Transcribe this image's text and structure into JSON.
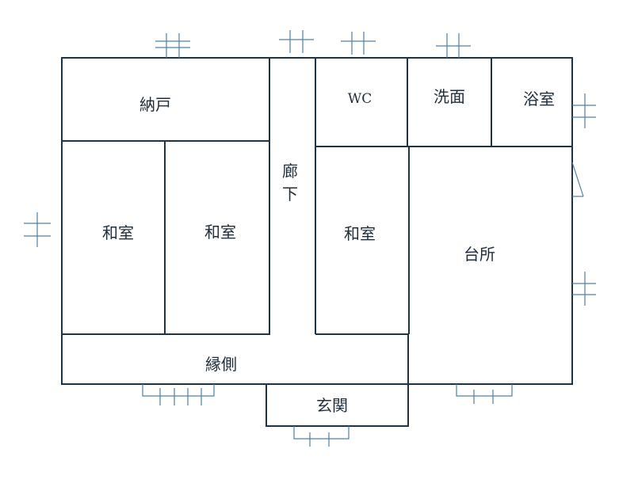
{
  "rooms": {
    "storage": "納戸",
    "corridor_chars": [
      "廊",
      "下"
    ],
    "wc": "WC",
    "washroom": "洗面",
    "bathroom": "浴室",
    "washitsu_left": "和室",
    "washitsu_center": "和室",
    "washitsu_right": "和室",
    "kitchen": "台所",
    "veranda": "縁側",
    "entrance": "玄関"
  },
  "colors": {
    "wall": "#1f3347",
    "opening": "#4f7fa6",
    "label": "#1f2d3a",
    "background": "#ffffff"
  }
}
